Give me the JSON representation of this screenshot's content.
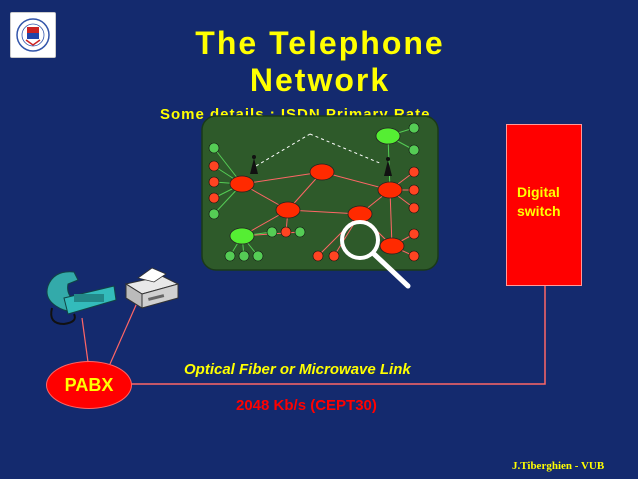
{
  "title": {
    "line1": "The Telephone",
    "line2": "Network"
  },
  "subtitle": "Some details : ISDN Primary Rate",
  "switch_label": {
    "line1": "Digital",
    "line2": "switch"
  },
  "pabx_label": "PABX",
  "link": {
    "label": "Optical Fiber or Microwave Link",
    "rate": "2048 Kb/s (CEPT30)"
  },
  "footer": "J.Tiberghien - VUB",
  "colors": {
    "background": "#142a6e",
    "title": "#ffff00",
    "switch": "#ff0000",
    "network_bg": "#2e5a2a",
    "link_line": "#ff6666"
  },
  "icons": [
    "university-logo-icon",
    "telephone-icon",
    "fax-machine-icon",
    "magnifier-icon",
    "phone-node-icon",
    "antenna-icon"
  ]
}
